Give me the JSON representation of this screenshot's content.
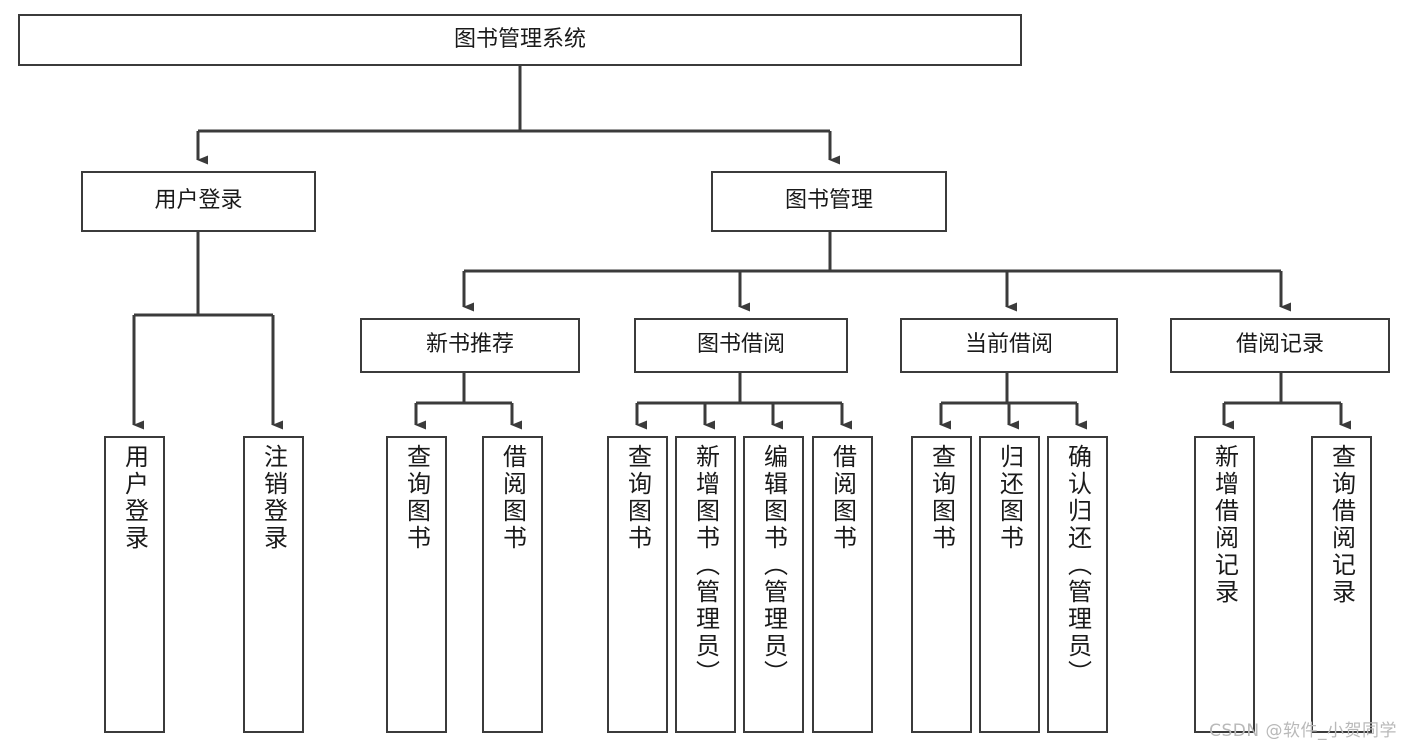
{
  "diagram": {
    "title_node": {
      "label": "图书管理系统"
    },
    "level2": [
      {
        "id": "user-login",
        "label": "用户登录"
      },
      {
        "id": "book-manage",
        "label": "图书管理"
      }
    ],
    "level3": [
      {
        "id": "new-book-recommend",
        "label": "新书推荐"
      },
      {
        "id": "book-borrow",
        "label": "图书借阅"
      },
      {
        "id": "current-borrow",
        "label": "当前借阅"
      },
      {
        "id": "borrow-record",
        "label": "借阅记录"
      }
    ],
    "leaves": {
      "user_login": [
        {
          "id": "leaf-user-login",
          "label": "用户登录"
        },
        {
          "id": "leaf-logout-login",
          "label": "注销登录"
        }
      ],
      "new_book_recommend": [
        {
          "id": "leaf-query-book-1",
          "label": "查询图书"
        },
        {
          "id": "leaf-borrow-book-1",
          "label": "借阅图书"
        }
      ],
      "book_borrow": [
        {
          "id": "leaf-query-book-2",
          "label": "查询图书"
        },
        {
          "id": "leaf-add-book",
          "label": "新增图书（管理员）"
        },
        {
          "id": "leaf-edit-book",
          "label": "编辑图书（管理员）"
        },
        {
          "id": "leaf-borrow-book-2",
          "label": "借阅图书"
        }
      ],
      "current_borrow": [
        {
          "id": "leaf-query-book-3",
          "label": "查询图书"
        },
        {
          "id": "leaf-return-book",
          "label": "归还图书"
        },
        {
          "id": "leaf-confirm-return",
          "label": "确认归还（管理员）"
        }
      ],
      "borrow_record": [
        {
          "id": "leaf-add-record",
          "label": "新增借阅记录"
        },
        {
          "id": "leaf-query-record",
          "label": "查询借阅记录"
        }
      ]
    },
    "watermark": "CSDN @软件_小贺同学",
    "colors": {
      "stroke": "#3b3b3b",
      "background": "#ffffff",
      "text": "#1a1a1a",
      "watermark": "#b9b9b9"
    }
  }
}
